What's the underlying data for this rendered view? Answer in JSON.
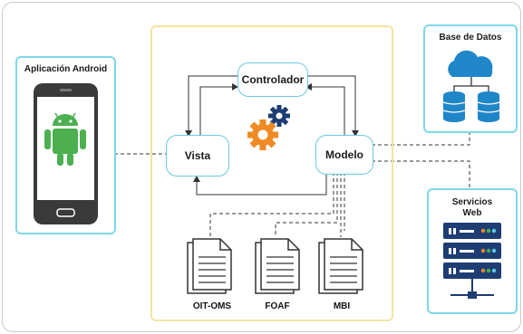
{
  "android": {
    "title": "Aplicación Android"
  },
  "mvc": {
    "controller": "Controlador",
    "view": "Vista",
    "model": "Modelo"
  },
  "database": {
    "title": "Base de Datos"
  },
  "webservices": {
    "title_line1": "Servicios",
    "title_line2": "Web"
  },
  "docs": [
    {
      "label": "OIT-OMS"
    },
    {
      "label": "FOAF"
    },
    {
      "label": "MBI"
    }
  ],
  "colors": {
    "cyan_border": "#7fd6ea",
    "yellow_border": "#f4e3a2",
    "cloud_blue": "#1f86c8",
    "android_green": "#4caf50",
    "gear_orange": "#f08a24",
    "gear_navy": "#1d3d73"
  }
}
